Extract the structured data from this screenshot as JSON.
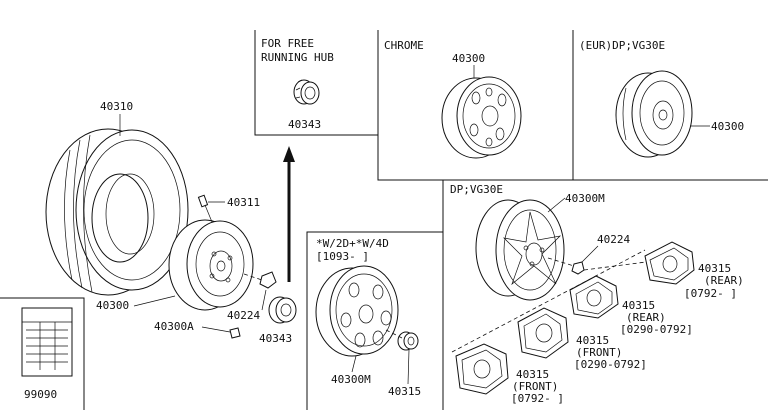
{
  "boxes": {
    "free_hub": {
      "line1": "FOR FREE",
      "line2": "RUNNING HUB",
      "part": "40343"
    },
    "chrome": {
      "title": "CHROME",
      "part": "40300"
    },
    "eur": {
      "title": "(EUR)DP;VG30E",
      "part": "40300"
    },
    "dp": {
      "title": "DP;VG30E"
    },
    "w2d": {
      "title": "*W/2D+*W/4D",
      "range": "[1093-      ]"
    },
    "label_box": {
      "part": "99090"
    }
  },
  "parts": {
    "tire": "40310",
    "valve": "40311",
    "wheel": "40300",
    "balance_weight": "40300A",
    "nut_main": "40224",
    "cap_main": "40343",
    "alloy_wheel_dp": "40300M",
    "nut_dp": "40224",
    "cap_rear_1": {
      "part": "40315",
      "pos": "(REAR)",
      "range": "[0792-      ]"
    },
    "cap_rear_2": {
      "part": "40315",
      "pos": "(REAR)",
      "range": "[0290-0792]"
    },
    "cap_front_1": {
      "part": "40315",
      "pos": "(FRONT)",
      "range": "[0290-0792]"
    },
    "cap_front_2": {
      "part": "40315",
      "pos": "(FRONT)",
      "range": "[0792-      ]"
    },
    "alloy_wheel_w2d": "40300M",
    "cap_w2d": "40315"
  }
}
